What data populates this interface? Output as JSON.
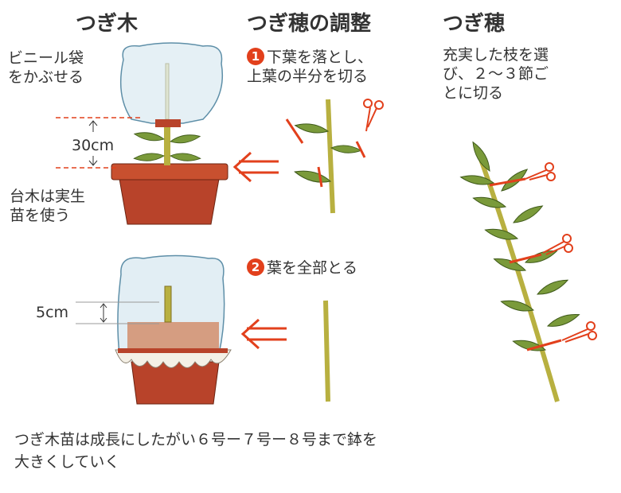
{
  "sections": {
    "grafting": {
      "title": "つぎ木",
      "bag_label": [
        "ビニール袋",
        "をかぶせる"
      ],
      "height_label": "30cm",
      "rootstock_label": [
        "台木は実生",
        "苗を使う"
      ],
      "depth_label": "5cm"
    },
    "scion_prep": {
      "title": "つぎ穂の調整",
      "step1_number": "1",
      "step1_text": [
        "下葉を落とし、",
        "上葉の半分を切る"
      ],
      "step2_number": "2",
      "step2_text": "葉を全部とる"
    },
    "scion": {
      "title": "つぎ穂",
      "text": [
        "充実した枝を選",
        "び、２〜３節ご",
        "とに切る"
      ]
    }
  },
  "footer": [
    "つぎ木苗は成長にしたがい６号ー７号ー８号まで鉢を",
    "大きくしていく"
  ],
  "colors": {
    "accent": "#e2401c",
    "pot": "#b8432a",
    "leaf": "#7a9a3a",
    "stem": "#b8b040",
    "bag": "#cfe3ec"
  }
}
